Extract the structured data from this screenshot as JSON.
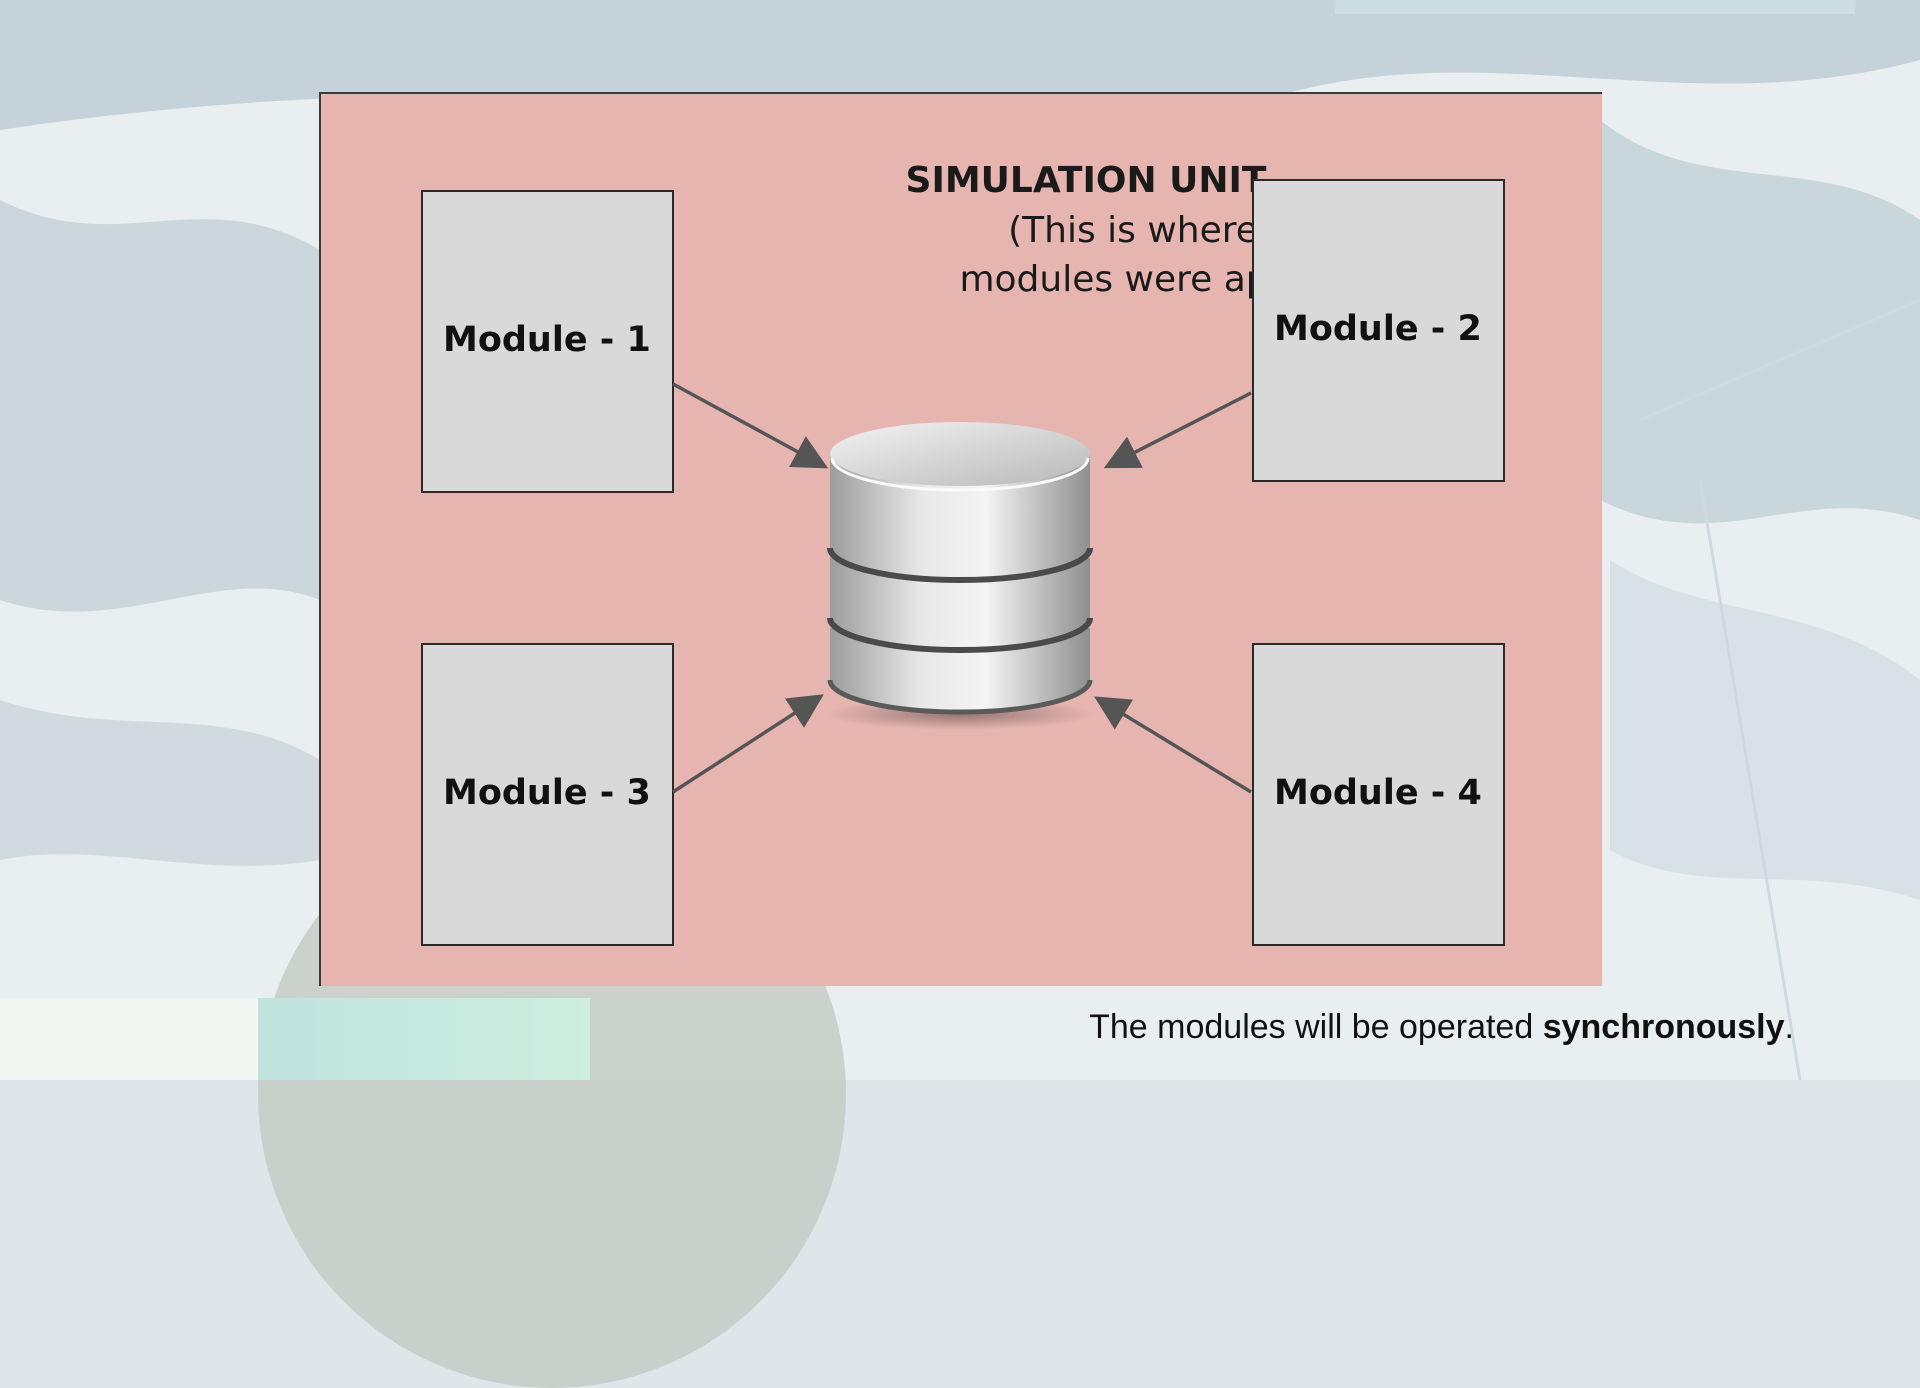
{
  "diagram": {
    "title": "SIMULATION UNIT",
    "subtitle_line1": "(This is where",
    "subtitle_line2": "modules were applied)",
    "modules": [
      {
        "label": "Module - 1"
      },
      {
        "label": "Module - 2"
      },
      {
        "label": "Module - 3"
      },
      {
        "label": "Module - 4"
      }
    ],
    "center_icon": "database-icon",
    "colors": {
      "panel": "#e6b5b0",
      "module_fill": "#d9d9d9",
      "arrow": "#555555"
    }
  },
  "caption": {
    "prefix": "The modules will be operated ",
    "emphasis": "synchronously",
    "suffix": "."
  }
}
